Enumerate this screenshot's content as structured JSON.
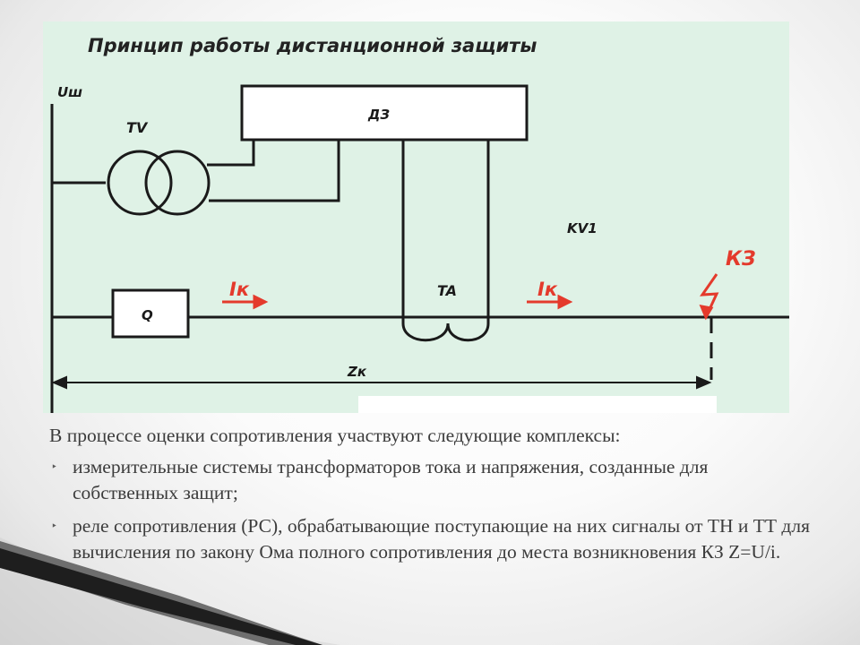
{
  "diagram": {
    "title": "Принцип работы дистанционной защиты",
    "labels": {
      "bus_voltage": "Uш",
      "voltage_transformer": "TV",
      "protection": "ДЗ",
      "relay": "KV1",
      "fault": "КЗ",
      "current_left": "Iк",
      "current_right": "Iк",
      "current_transformer": "TA",
      "breaker": "Q",
      "impedance": "Zк"
    },
    "colors": {
      "background": "#dff2e6",
      "wire": "#1a1a1a",
      "current": "#e43a2c"
    }
  },
  "text": {
    "intro": "В процессе оценки сопротивления участвуют следующие комплексы:",
    "bullets": [
      "измерительные системы трансформаторов тока и напряжения, созданные для собственных защит;",
      "реле сопротивления (РС), обрабатывающие поступающие на них сигналы от ТН и ТТ для вычисления по закону Ома полного сопротивления до места возникновения КЗ Z=U/i."
    ]
  }
}
